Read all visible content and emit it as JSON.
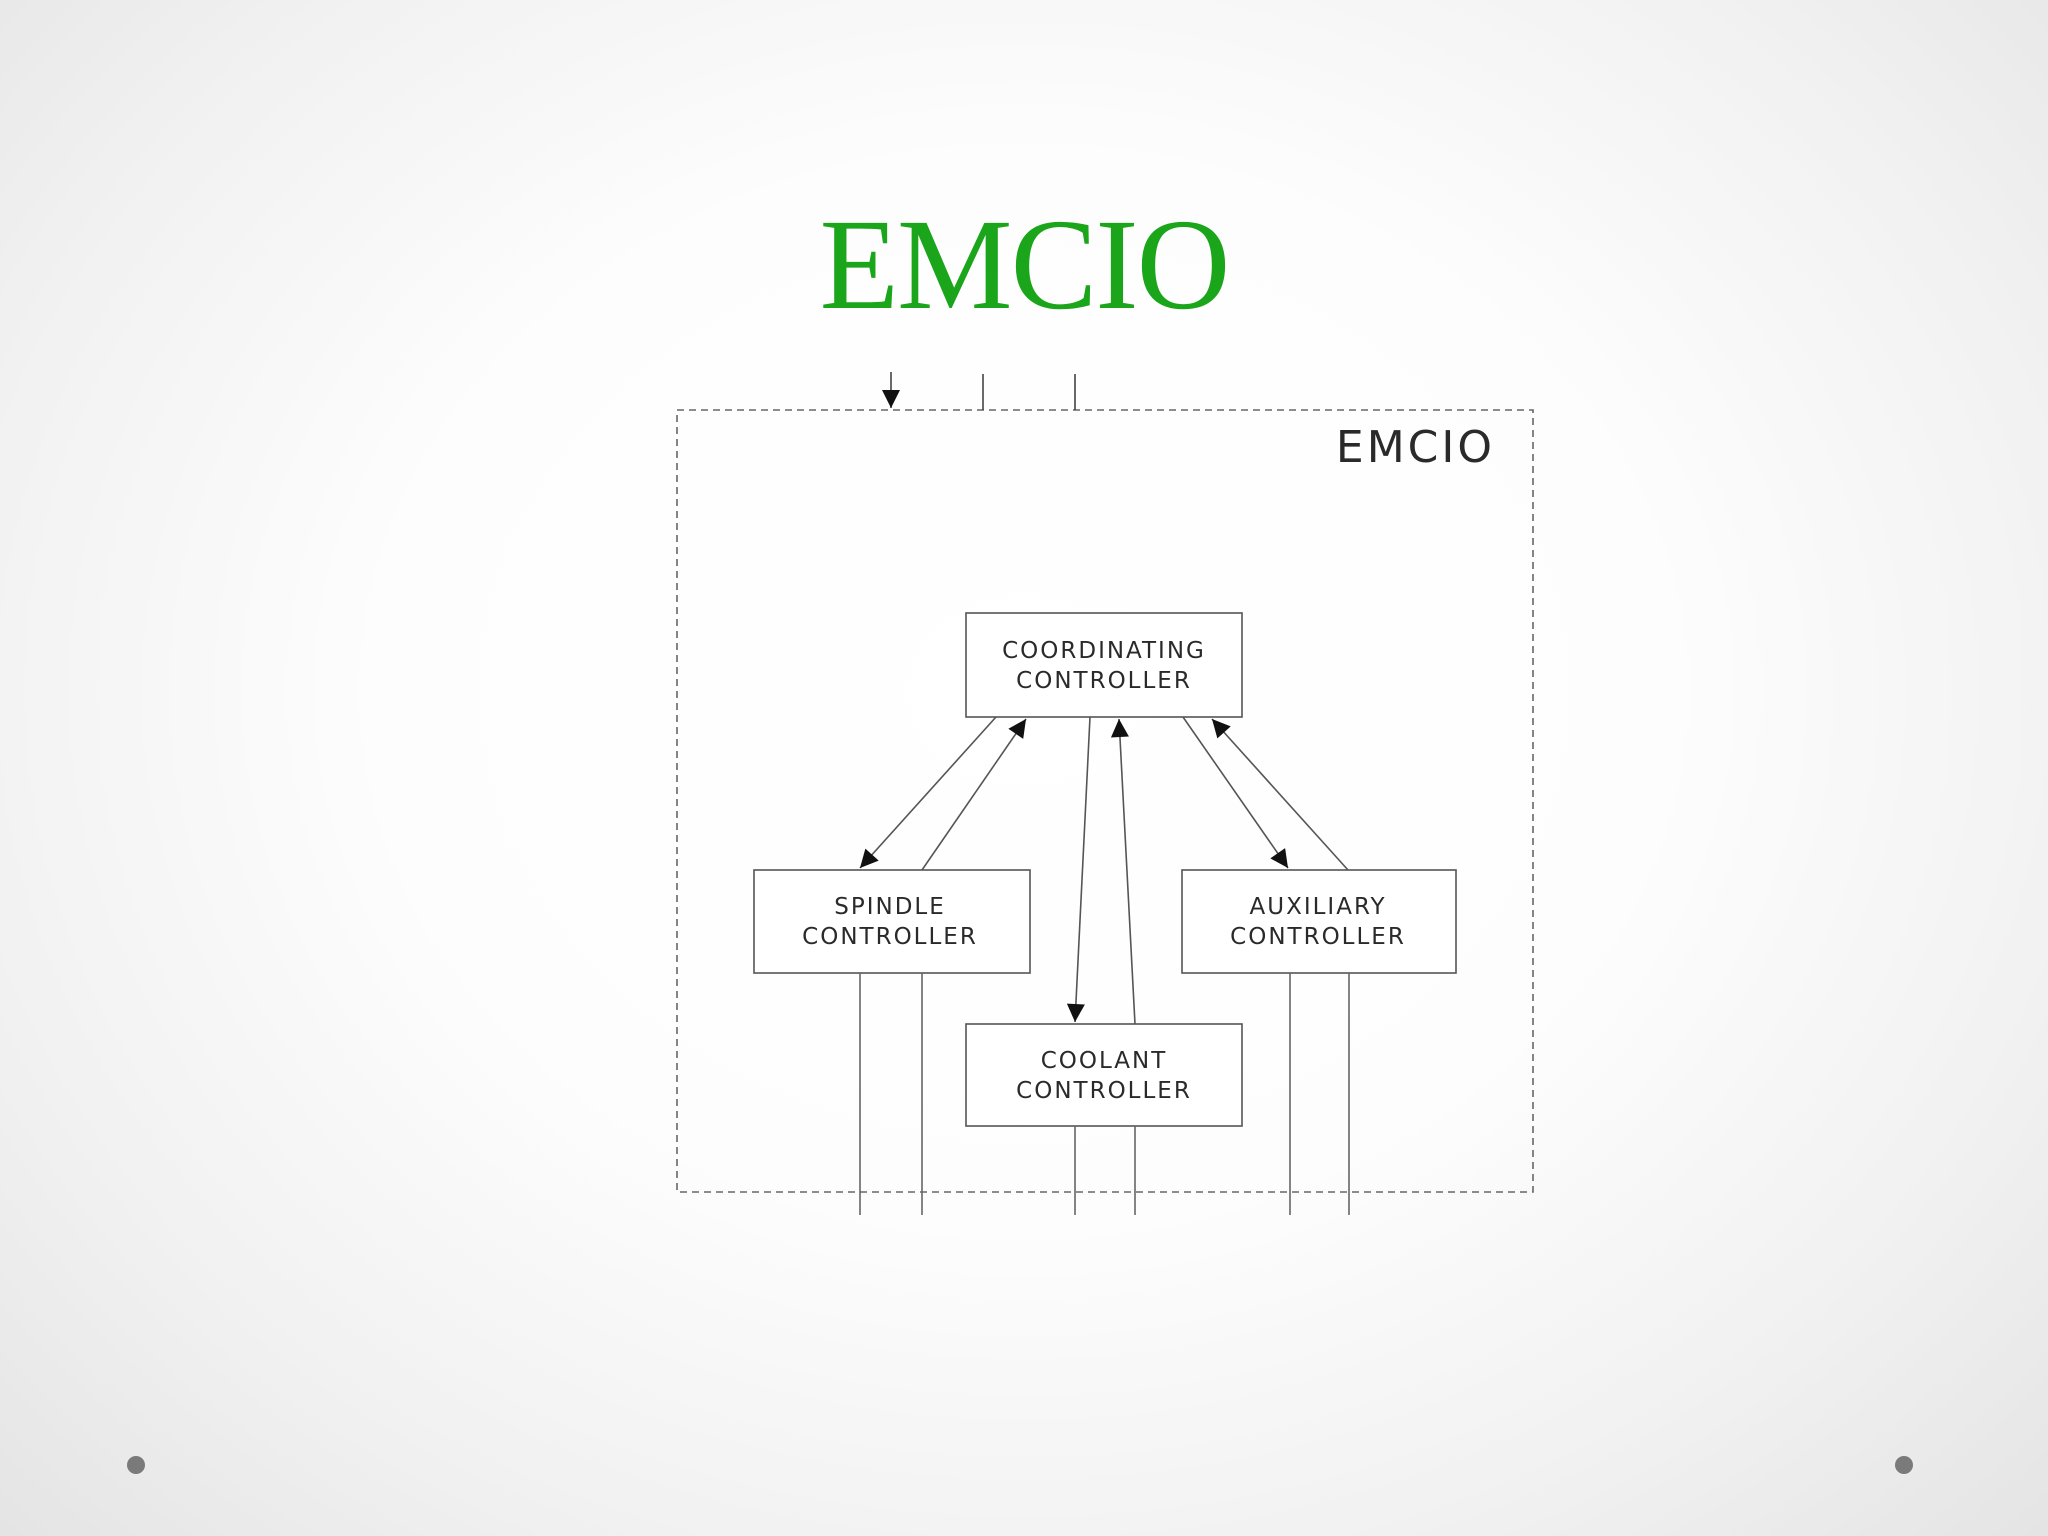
{
  "slide": {
    "title": "EMCIO"
  },
  "diagram": {
    "container_label": "EMCIO",
    "nodes": {
      "coordinating": {
        "line1": "COORDINATING",
        "line2": "CONTROLLER"
      },
      "spindle": {
        "line1": "SPINDLE",
        "line2": "CONTROLLER"
      },
      "auxiliary": {
        "line1": "AUXILIARY",
        "line2": "CONTROLLER"
      },
      "coolant": {
        "line1": "COOLANT",
        "line2": "CONTROLLER"
      }
    },
    "edges": [
      {
        "from": "coordinating",
        "to": "spindle"
      },
      {
        "from": "spindle",
        "to": "coordinating"
      },
      {
        "from": "coordinating",
        "to": "coolant"
      },
      {
        "from": "coolant",
        "to": "coordinating"
      },
      {
        "from": "coordinating",
        "to": "auxiliary"
      },
      {
        "from": "auxiliary",
        "to": "coordinating"
      }
    ],
    "colors": {
      "title": "#1aa51a",
      "lines": "#555555",
      "text": "#2a2a2a"
    }
  }
}
